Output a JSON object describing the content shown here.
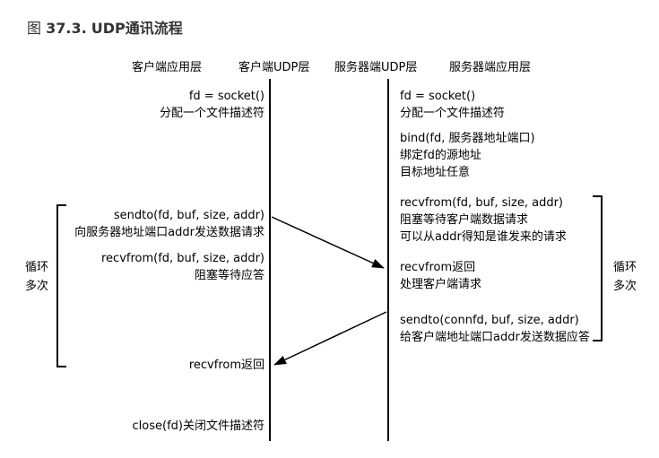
{
  "figure": {
    "label": "图",
    "number": "37.3.",
    "title": "UDP通讯流程"
  },
  "headers": {
    "client_app": "客户端应用层",
    "client_udp": "客户端UDP层",
    "server_udp": "服务器端UDP层",
    "server_app": "服务器端应用层"
  },
  "client": {
    "socket_call": "fd = socket()",
    "socket_desc": "分配一个文件描述符",
    "sendto_call": "sendto(fd, buf, size, addr)",
    "sendto_desc": "向服务器地址端口addr发送数据请求",
    "recvfrom_call": "recvfrom(fd, buf, size, addr)",
    "recvfrom_desc": "阻塞等待应答",
    "recvfrom_return": "recvfrom返回",
    "close_call": "close(fd)关闭文件描述符",
    "loop_line1": "循环",
    "loop_line2": "多次"
  },
  "server": {
    "socket_call": "fd = socket()",
    "socket_desc": "分配一个文件描述符",
    "bind_call": "bind(fd, 服务器地址端口)",
    "bind_desc1": "绑定fd的源地址",
    "bind_desc2": "目标地址任意",
    "recvfrom_call": "recvfrom(fd, buf, size, addr)",
    "recvfrom_desc1": "阻塞等待客户端数据请求",
    "recvfrom_desc2": "可以从addr得知是谁发来的请求",
    "recvfrom_return": "recvfrom返回",
    "process_desc": "处理客户端请求",
    "sendto_call": "sendto(connfd, buf, size, addr)",
    "sendto_desc": "给客户端地址端口addr发送数据应答",
    "loop_line1": "循环",
    "loop_line2": "多次"
  }
}
